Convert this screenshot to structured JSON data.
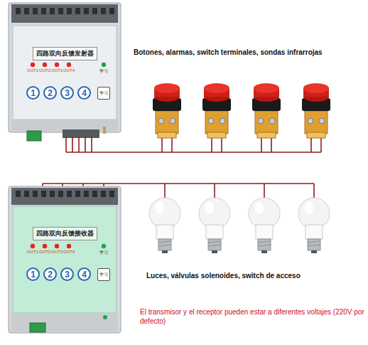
{
  "diagram": {
    "nodes": [
      {
        "text": [
          "四路双向反馈发射器"
        ]
      },
      {
        "text": [
          "1"
        ],
        "in": 0
      },
      {
        "text": [
          "2"
        ],
        "in": 0
      },
      {
        "text": [
          "3"
        ],
        "in": 0
      },
      {
        "text": [
          "4"
        ],
        "in": 0
      },
      {
        "text": [
          "学习"
        ],
        "in": 0
      },
      {
        "text": [
          "四路双向反馈接收器"
        ]
      },
      {
        "text": [
          "1"
        ],
        "in": 6
      },
      {
        "text": [
          "2"
        ],
        "in": 6
      },
      {
        "text": [
          "3"
        ],
        "in": 6
      },
      {
        "text": [
          "4"
        ],
        "in": 6
      },
      {
        "text": [
          "学习"
        ],
        "in": 6
      }
    ],
    "labels": [
      "Botones, alarmas, switch terminales, sondas infrarrojas",
      "OUT1",
      "OUT2",
      "OUT3",
      "OUT4",
      "学习",
      "OUT1",
      "OUT2",
      "OUT3",
      "OUT4",
      "学习",
      "Luces, válvulas solenoides, switch de acceso",
      "El transmisor y el receptor pueden estar a diferentes voltajes (220V por defecto)"
    ]
  }
}
